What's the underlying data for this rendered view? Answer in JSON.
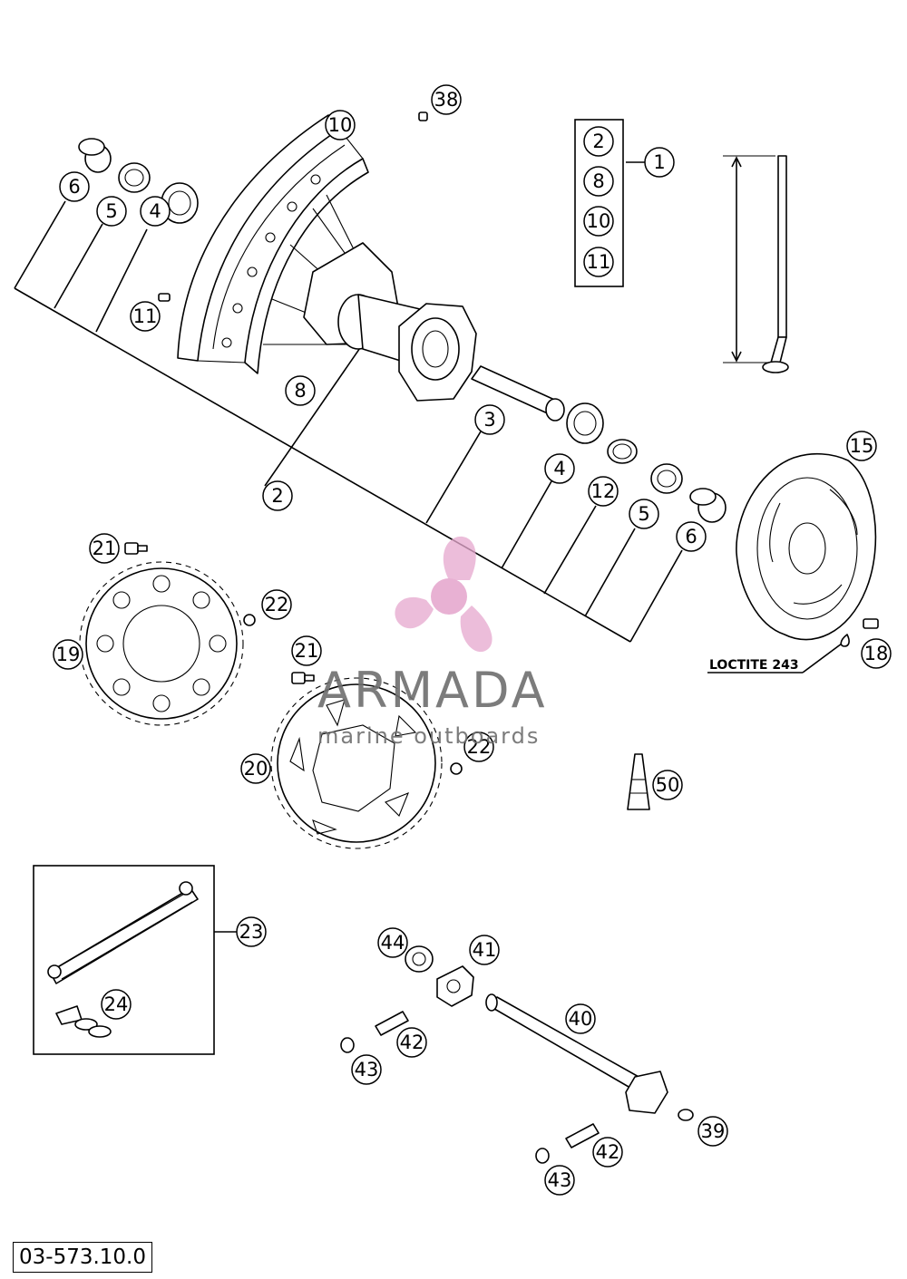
{
  "diagram": {
    "drawing_number": "03-573.10.0",
    "loctite_label": "LOCTITE 243",
    "kit_group": [
      "2",
      "8",
      "10",
      "11"
    ],
    "kit_number": "1"
  },
  "callouts": {
    "c38": "38",
    "c10": "10",
    "c6a": "6",
    "c5a": "5",
    "c4a": "4",
    "c11": "11",
    "c8": "8",
    "c2": "2",
    "c3": "3",
    "c4b": "4",
    "c12": "12",
    "c5b": "5",
    "c6b": "6",
    "c15": "15",
    "c18": "18",
    "c21a": "21",
    "c22a": "22",
    "c19": "19",
    "c21b": "21",
    "c22b": "22",
    "c20": "20",
    "c50": "50",
    "c23": "23",
    "c24": "24",
    "c44": "44",
    "c41": "41",
    "c40": "40",
    "c42a": "42",
    "c43a": "43",
    "c39": "39",
    "c42b": "42",
    "c43b": "43"
  },
  "watermark": {
    "title": "ARMADA",
    "subtitle": "marine outboards",
    "colors": {
      "logo": "#e6a9cf",
      "text": "#6e6e6e"
    }
  }
}
